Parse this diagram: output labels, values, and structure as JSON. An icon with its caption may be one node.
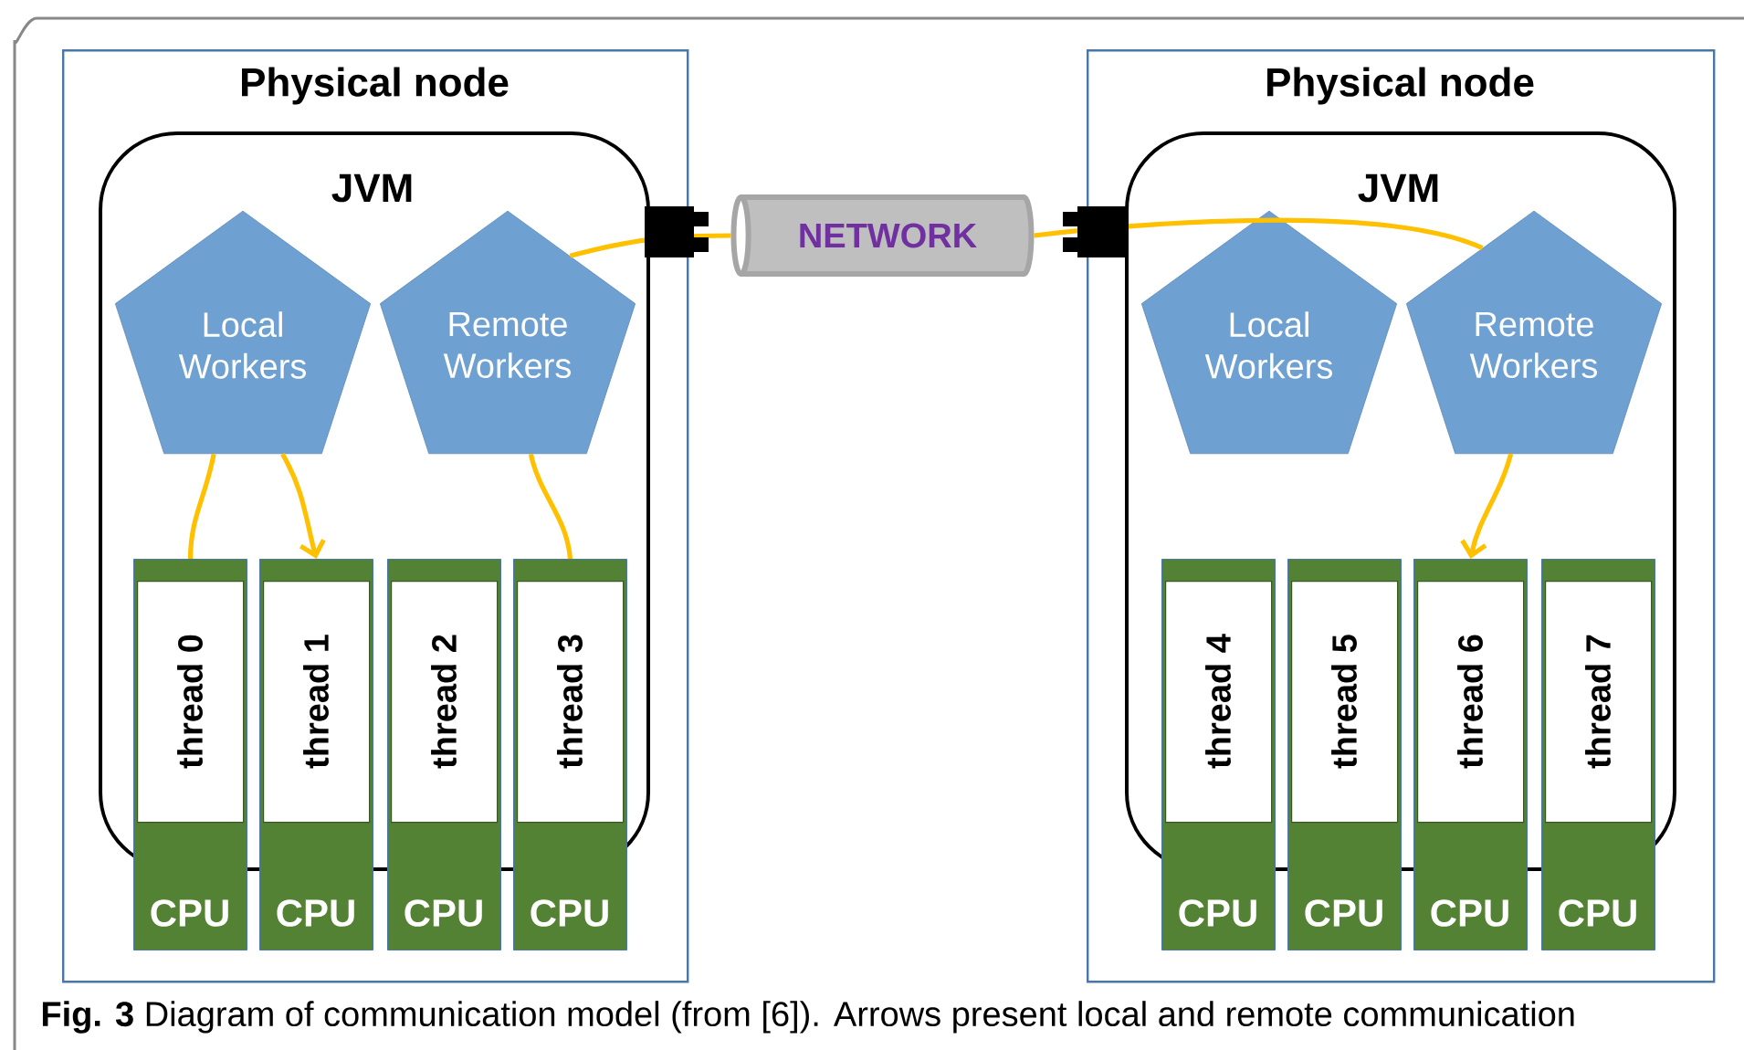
{
  "diagram": {
    "caption": "**Fig. 3** Diagram of communication model (from [6]). Arrows present local and remote communication",
    "nodes": [
      {
        "text": [
          "Physical node"
        ]
      },
      {
        "text": [
          "JVM"
        ],
        "in": 0
      },
      {
        "text": [
          "Local Workers"
        ],
        "in": 1
      },
      {
        "text": [
          "Remote Workers"
        ],
        "in": 1
      },
      {
        "text": [
          "CPU"
        ],
        "in": 0
      },
      {
        "text": [
          "thread 0"
        ]
      },
      {
        "text": [
          "CPU"
        ],
        "in": 0
      },
      {
        "text": [
          "thread 1"
        ]
      },
      {
        "text": [
          "CPU"
        ],
        "in": 0
      },
      {
        "text": [
          "thread 2"
        ]
      },
      {
        "text": [
          "CPU"
        ],
        "in": 0
      },
      {
        "text": [
          "thread 3"
        ]
      },
      {
        "text": [
          "NETWORK"
        ]
      },
      {
        "text": [
          "Physical node"
        ]
      },
      {
        "text": [
          "JVM"
        ],
        "in": 13
      },
      {
        "text": [
          "Local Workers"
        ],
        "in": 14
      },
      {
        "text": [
          "Remote Workers"
        ],
        "in": 14
      },
      {
        "text": [
          "CPU"
        ],
        "in": 13
      },
      {
        "text": [
          "thread 4"
        ]
      },
      {
        "text": [
          "CPU"
        ],
        "in": 13
      },
      {
        "text": [
          "thread 5"
        ]
      },
      {
        "text": [
          "CPU"
        ],
        "in": 13
      },
      {
        "text": [
          "thread 6"
        ]
      },
      {
        "text": [
          "CPU"
        ],
        "in": 13
      },
      {
        "text": [
          "thread 7"
        ]
      }
    ],
    "edges": [
      {
        "from": 2,
        "to": 4,
        "arrow": "none"
      },
      {
        "from": 2,
        "to": 6,
        "arrow": "to"
      },
      {
        "from": 3,
        "to": 10,
        "arrow": "none"
      },
      {
        "from": 3,
        "to": 12,
        "arrow": "none"
      },
      {
        "from": 12,
        "to": 16,
        "arrow": "none"
      },
      {
        "from": 16,
        "to": 21,
        "arrow": "to"
      }
    ]
  }
}
